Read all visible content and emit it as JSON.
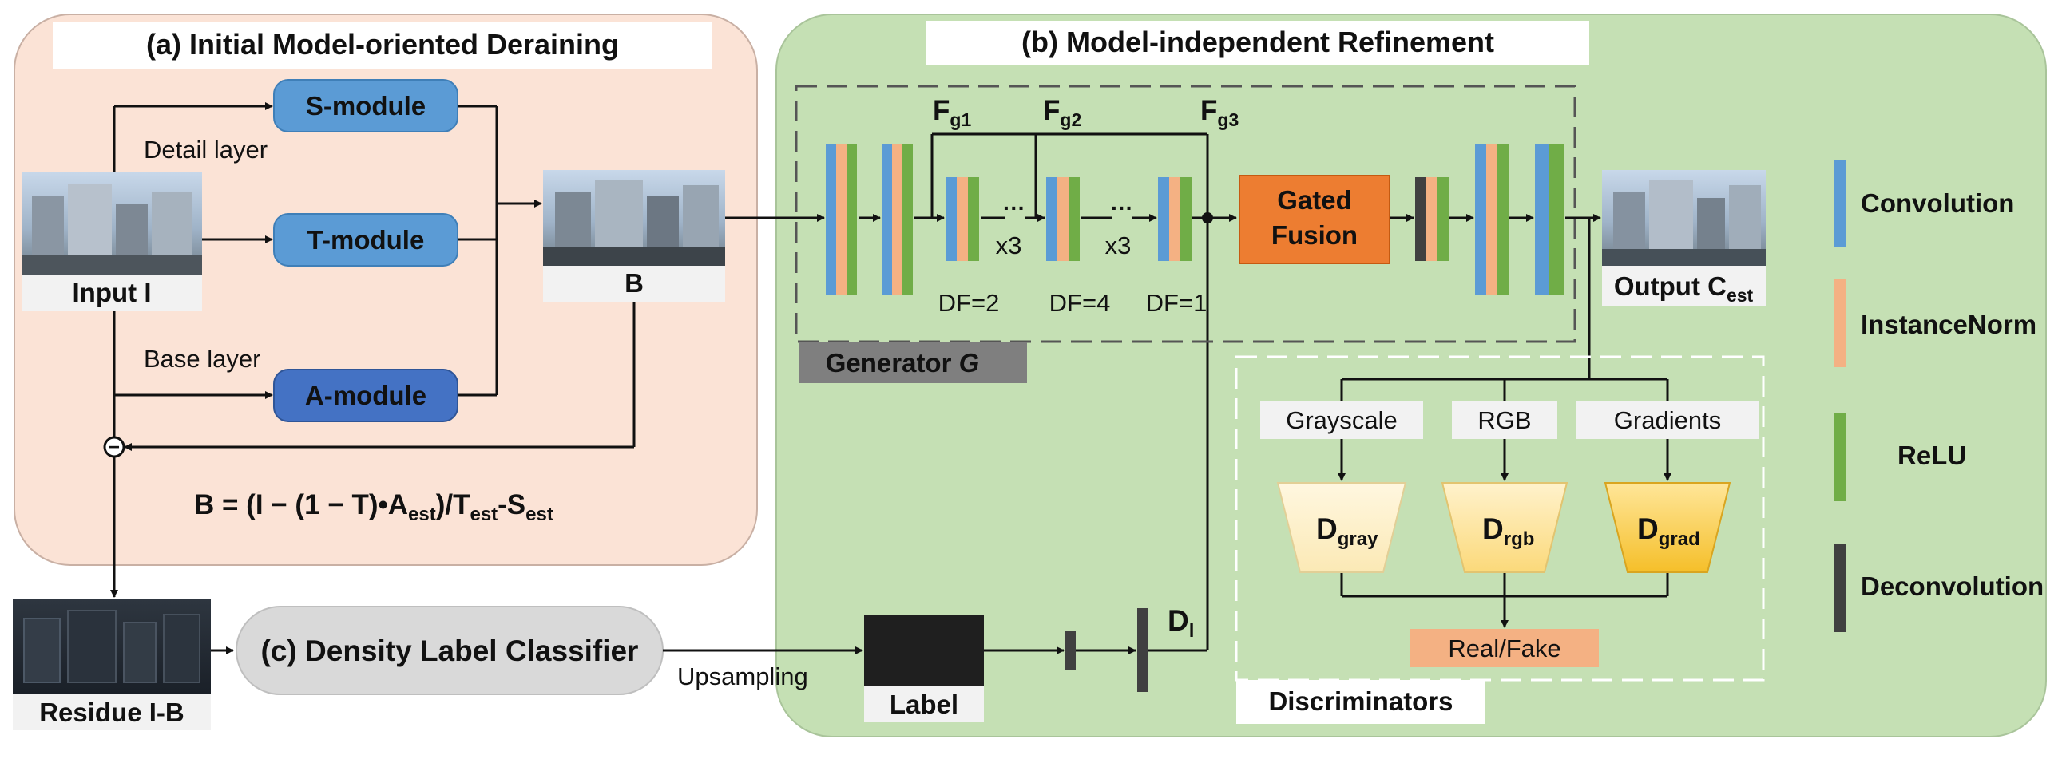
{
  "panels": {
    "a_title": "(a) Initial Model-oriented Deraining",
    "b_title": "(b) Model-independent Refinement",
    "c_title": "(c) Density Label Classifier"
  },
  "modules": {
    "s": "S-module",
    "t": "T-module",
    "a": "A-module"
  },
  "labels": {
    "detail_layer": "Detail layer",
    "base_layer": "Base layer",
    "input": "Input I",
    "b": "B",
    "residue": "Residue I-B",
    "upsampling": "Upsampling",
    "label": "Label",
    "generator_prefix": "Generator ",
    "generator_symbol": "G",
    "gated_line1": "Gated",
    "gated_line2": "Fusion",
    "output_prefix": "Output C",
    "output_sub": "est",
    "discriminators": "Discriminators",
    "real_fake": "Real/Fake",
    "minus_symbol": "−"
  },
  "formula": {
    "p1": "B = (I − (1 − T)•A",
    "s1": "est",
    "p2": ")/T",
    "s2": "est",
    "p3": "-S",
    "s3": "est"
  },
  "features": {
    "f": "F",
    "g1": "g1",
    "g2": "g2",
    "g3": "g3",
    "d": "D",
    "dl_sub": "l"
  },
  "dilations": {
    "df2": "DF=2",
    "df4": "DF=4",
    "df1": "DF=1",
    "x3a": "x3",
    "x3b": "x3",
    "dots": "···"
  },
  "disc": {
    "grayscale": "Grayscale",
    "rgb": "RGB",
    "gradients": "Gradients",
    "d_gray_sub": "gray",
    "d_rgb_sub": "rgb",
    "d_grad_sub": "grad"
  },
  "legend": [
    {
      "label": "Convolution",
      "color": "#5b9bd5"
    },
    {
      "label": "InstanceNorm",
      "color": "#f4b183"
    },
    {
      "label": "ReLU",
      "color": "#70ad47"
    },
    {
      "label": "Deconvolution",
      "color": "#404040"
    }
  ],
  "colors": {
    "panel_a": "#fbe3d6",
    "panel_b": "#c5e0b4",
    "module": "#5b9bd5",
    "module_dark": "#4472c4",
    "gated": "#ed7d31",
    "real_fake": "#f4b183",
    "classifier": "#d9d9d9"
  }
}
